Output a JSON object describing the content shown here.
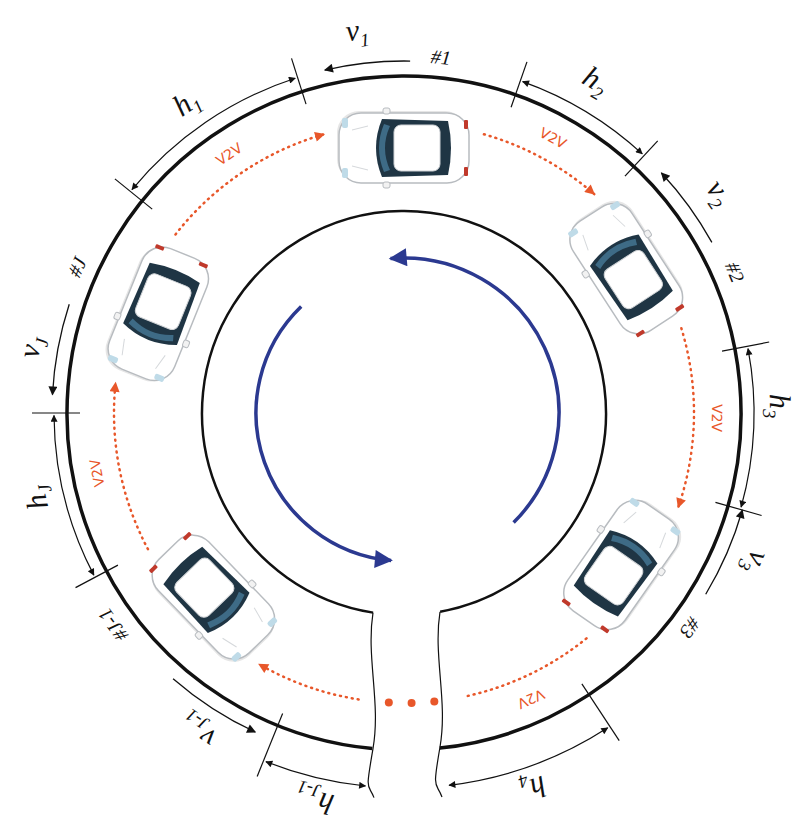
{
  "diagram": {
    "labels": [
      "h1",
      "v1",
      "#1",
      "h2",
      "v2",
      "#2",
      "h3",
      "v3",
      "#3",
      "h4",
      "hJ-1",
      "vJ-1",
      "#J-1",
      "hJ",
      "vJ",
      "#J",
      "V2V",
      "V2V",
      "V2V",
      "V2V",
      "V2V"
    ]
  }
}
